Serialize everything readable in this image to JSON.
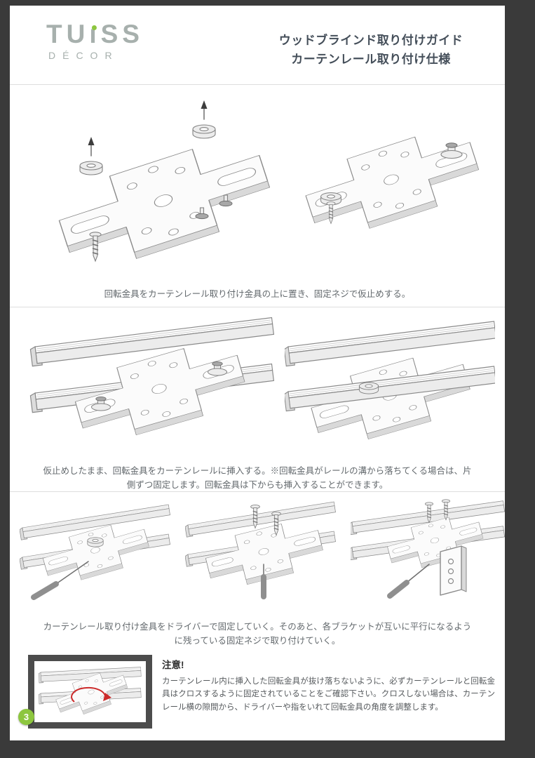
{
  "header": {
    "logo_part1": "TU",
    "logo_part2": "ı",
    "logo_part3": "SS",
    "logo_sub": "DÉCOR",
    "title_line1": "ウッドブラインド取り付けガイド",
    "title_line2": "カーテンレール取り付け仕様"
  },
  "steps": [
    {
      "caption": "回転金具をカーテンレール取り付け金具の上に置き、固定ネジで仮止めする。",
      "illustrations": [
        "rotation-bracket-plate-with-washers-and-fixing-screws",
        "rotation-bracket-plate-with-bolt-attached"
      ]
    },
    {
      "caption": "仮止めしたまま、回転金具をカーテンレールに挿入する。※回転金具がレールの溝から落ちてくる場合は、片側ずつ固定します。回転金具は下からも挿入することができます。",
      "illustrations": [
        "bracket-inserted-into-curtain-rails-front-view",
        "bracket-inserted-into-curtain-rails-rear-view"
      ]
    },
    {
      "caption": "カーテンレール取り付け金具をドライバーで固定していく。そのあと、各ブラケットが互いに平行になるように残っている固定ネジで取り付けていく。",
      "illustrations": [
        "tightening-bracket-with-screwdriver",
        "inserting-fixing-screws-from-above",
        "attaching-hanging-bracket"
      ]
    }
  ],
  "warning": {
    "title": "注意!",
    "text": "カーテンレール内に挿入した回転金具が抜け落ちないように、必ずカーテンレールと回転金具はクロスするように固定されていることをご確認下さい。クロスしない場合は、カーテンレール横の隙間から、ドライバーや指をいれて回転金具の角度を調整します。",
    "illustration": "rail-and-bracket-cross-orientation-check"
  },
  "page_number": "3",
  "colors": {
    "accent_green": "#8dc63f",
    "logo_gray": "#a7b0ad",
    "title_text": "#454f5a",
    "body_text": "#63696d",
    "warning_frame": "#4c4c4c",
    "warning_arrow_red": "#cc2a2a",
    "page_background": "#ffffff",
    "surround_background": "#3a3a3a"
  }
}
